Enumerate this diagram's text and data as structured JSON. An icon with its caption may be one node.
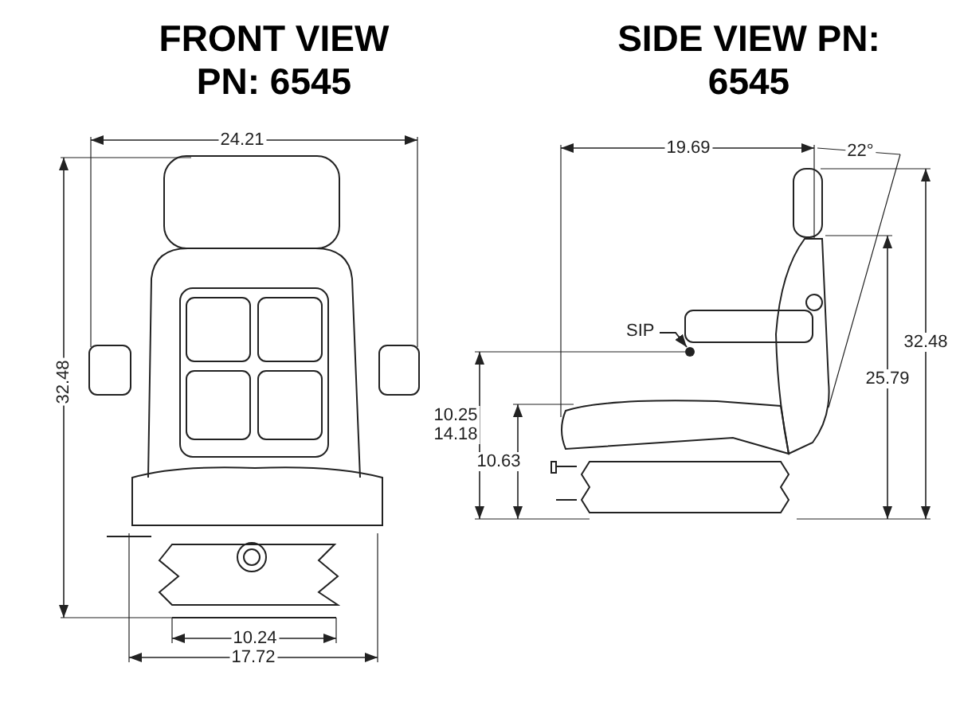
{
  "diagram": {
    "nodes": [
      {
        "text": [
          "SIP"
        ]
      },
      {
        "text": [],
        "shape": "circle"
      }
    ],
    "edges": [
      {
        "from": 0,
        "to": 1,
        "arrow": "to"
      }
    ],
    "labels": [
      "FRONT VIEW PN: 6545",
      "SIDE VIEW PN: 6545",
      "24.21",
      "32.48",
      "10.24",
      "17.72",
      "19.69",
      "22°",
      "32.48",
      "25.79",
      "10.25",
      "14.18",
      "10.63"
    ]
  }
}
